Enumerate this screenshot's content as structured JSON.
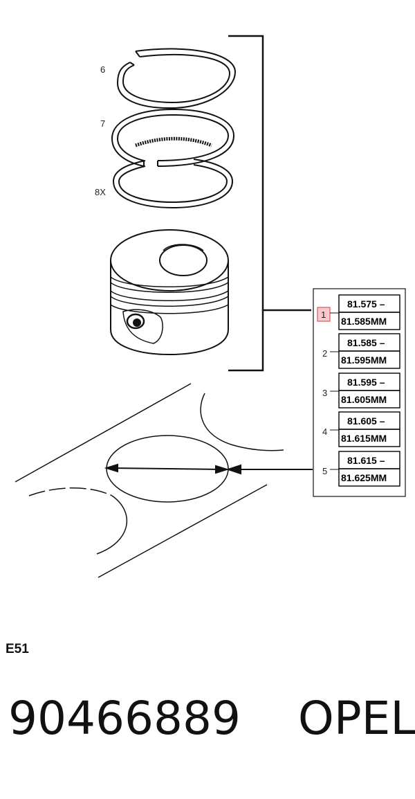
{
  "callouts": {
    "ring_top": "6",
    "ring_middle": "7",
    "ring_oil": "8X"
  },
  "size_table": [
    {
      "index": "1",
      "from": "81.575 –",
      "to": "81.585MM",
      "highlighted": true
    },
    {
      "index": "2",
      "from": "81.585 –",
      "to": "81.595MM",
      "highlighted": false
    },
    {
      "index": "3",
      "from": "81.595 –",
      "to": "81.605MM",
      "highlighted": false
    },
    {
      "index": "4",
      "from": "81.605 –",
      "to": "81.615MM",
      "highlighted": false
    },
    {
      "index": "5",
      "from": "81.615 –",
      "to": "81.625MM",
      "highlighted": false
    }
  ],
  "section_code": "E51",
  "part_number": "90466889",
  "brand": "OPEL",
  "colors": {
    "highlight_fill": "#f7c9cc",
    "highlight_stroke": "#d9595f",
    "line": "#111111"
  }
}
